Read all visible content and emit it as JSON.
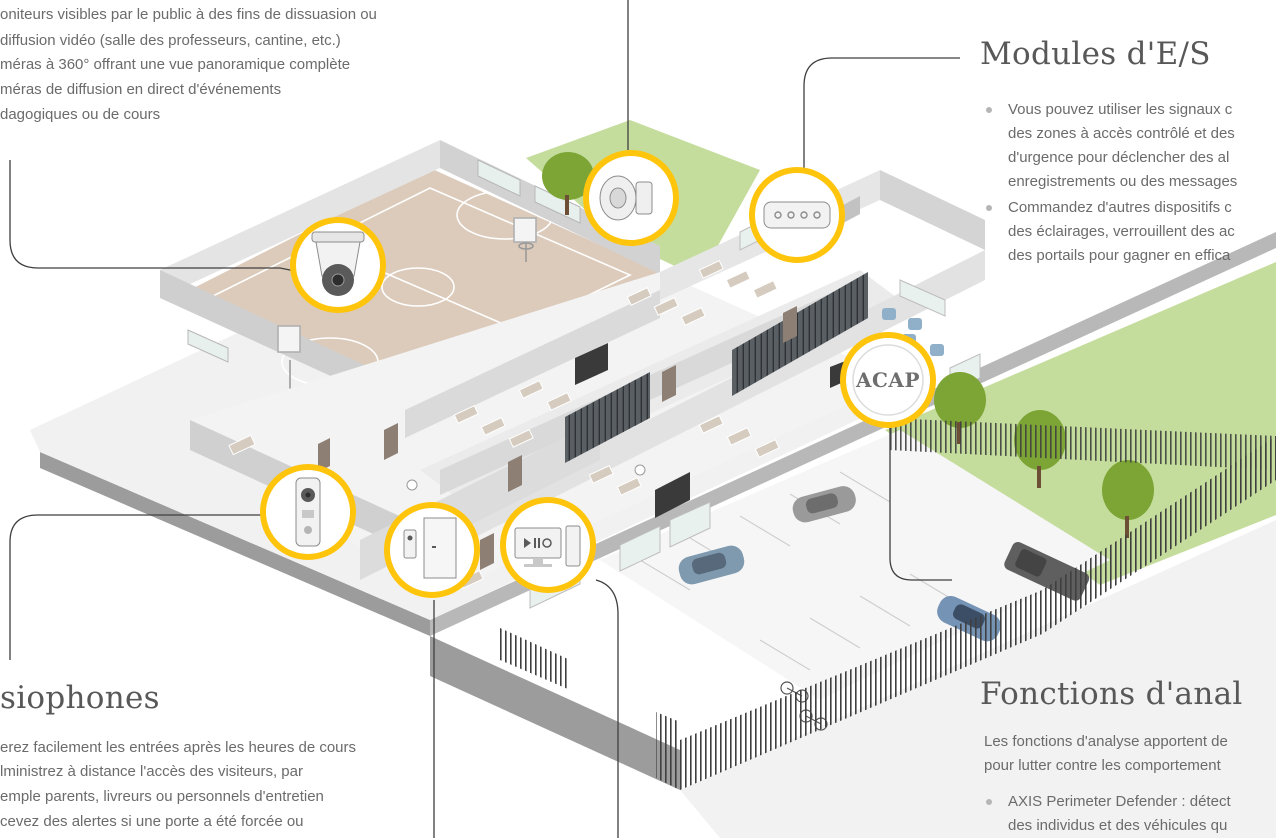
{
  "colors": {
    "accent": "#ffc40c",
    "grass": "#c5dd9c",
    "court": "#dcccbc",
    "wall": "#e4e4e4",
    "line": "#3f3f3f"
  },
  "cameras": {
    "lines": [
      "oniteurs visibles par le public à des fins de dissuasion ou",
      "diffusion vidéo (salle des professeurs, cantine, etc.)",
      "méras à 360° offrant une vue panoramique complète",
      "méras de diffusion en direct d'événements",
      "dagogiques ou de cours"
    ]
  },
  "io_modules": {
    "heading": "Modules d'E/S",
    "bullets": [
      [
        "Vous pouvez utiliser les signaux c",
        "des zones à accès contrôlé et des",
        "d'urgence pour déclencher des al",
        "enregistrements ou des messages"
      ],
      [
        "Commandez d'autres dispositifs c",
        "des éclairages, verrouillent des ac",
        "des portails pour gagner en effica"
      ]
    ]
  },
  "acap": {
    "label": "ACAP"
  },
  "intercoms": {
    "heading": "siophones",
    "lines": [
      "erez facilement les entrées après les heures de cours",
      "lministrez à distance l'accès des visiteurs, par",
      "emple parents, livreurs ou personnels d'entretien",
      "cevez des alertes si une porte a été forcée ou"
    ]
  },
  "analytics": {
    "heading": "Fonctions d'anal",
    "intro": [
      "Les fonctions d'analyse apportent de",
      "pour lutter contre les comportement"
    ],
    "bullets": [
      [
        "AXIS Perimeter Defender : détect",
        "des individus et des véhicules qu"
      ]
    ]
  }
}
